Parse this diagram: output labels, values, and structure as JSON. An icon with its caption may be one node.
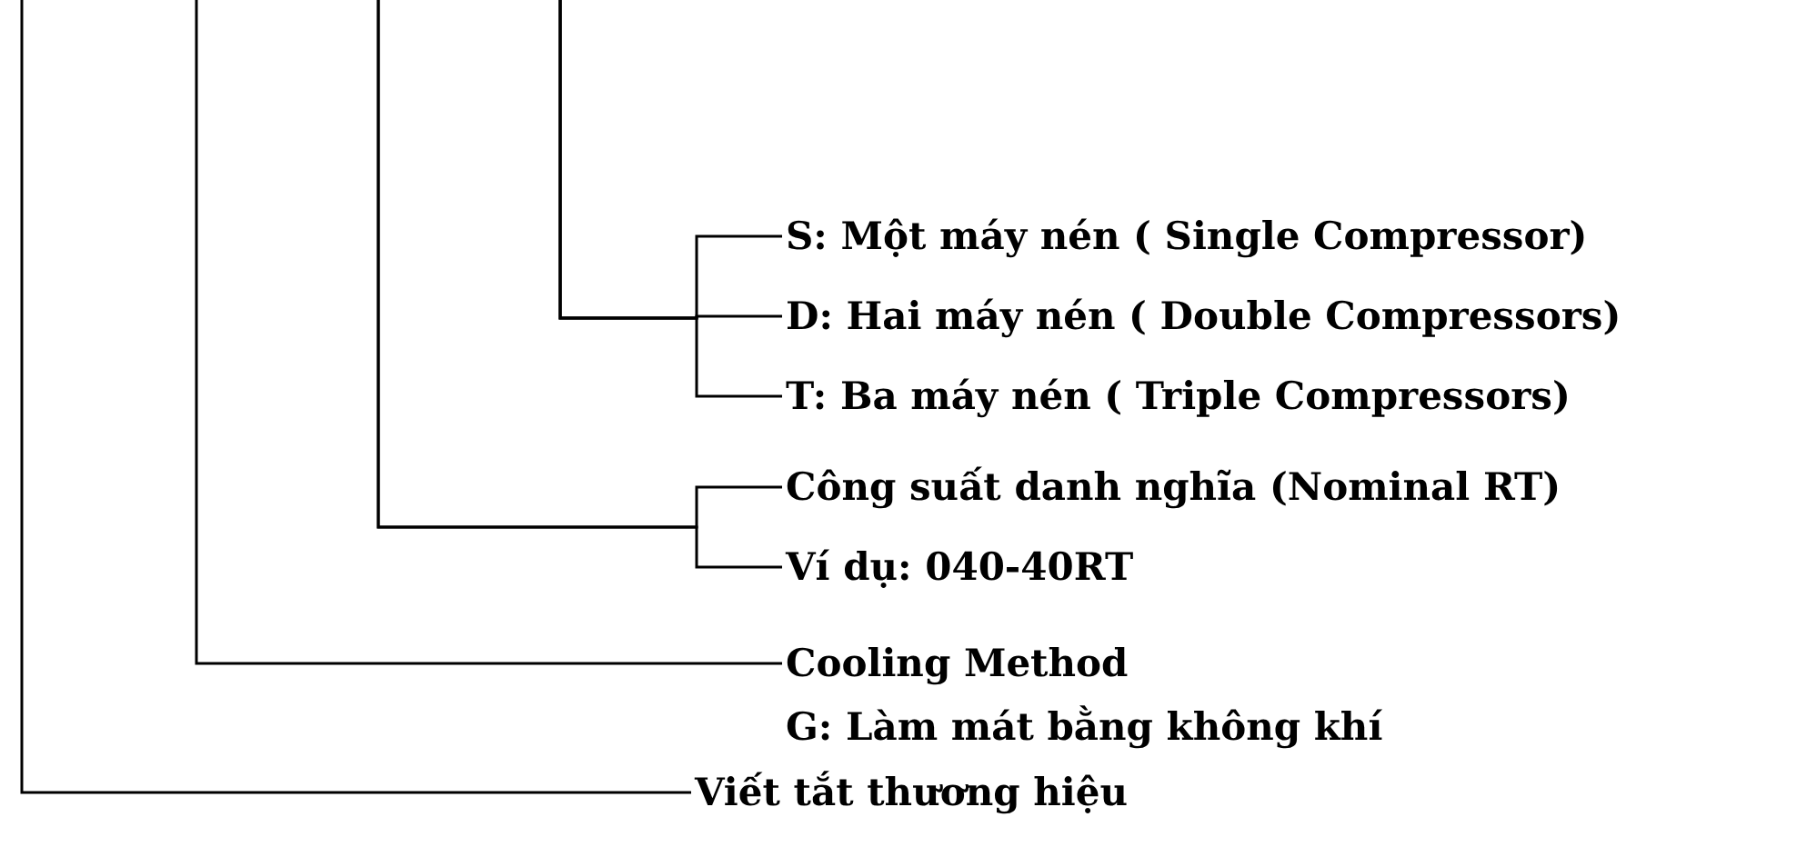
{
  "diagram": {
    "nodes": [
      {
        "text": [
          "S: Một máy nén ( Single Compressor)"
        ]
      },
      {
        "text": [
          "D: Hai máy nén ( Double Compressors)"
        ]
      },
      {
        "text": [
          "T: Ba máy nén ( Triple Compressors)"
        ]
      },
      {
        "text": [
          "Công suất danh nghĩa (Nominal RT)"
        ]
      },
      {
        "text": [
          "Ví dụ: 040-40RT"
        ]
      },
      {
        "text": [
          "Cooling Method",
          "G: Làm mát bằng không khí"
        ]
      },
      {
        "text": [
          "Viết tắt thương hiệu"
        ]
      }
    ],
    "edges": [
      {
        "from": null,
        "to": 0,
        "arrow": "none"
      },
      {
        "from": null,
        "to": 1,
        "arrow": "none"
      },
      {
        "from": null,
        "to": 2,
        "arrow": "none"
      },
      {
        "from": null,
        "to": 3,
        "arrow": "none"
      },
      {
        "from": null,
        "to": 4,
        "arrow": "none"
      },
      {
        "from": null,
        "to": 5,
        "arrow": "none"
      },
      {
        "from": null,
        "to": 6,
        "arrow": "none"
      }
    ]
  }
}
